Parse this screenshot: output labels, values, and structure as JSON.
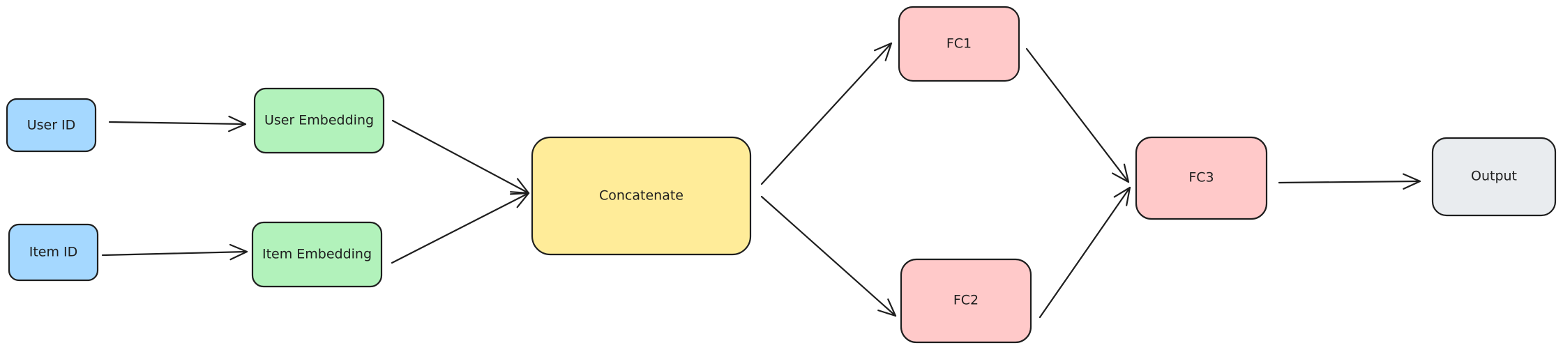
{
  "colors": {
    "blue": "#a5d8ff",
    "green": "#b2f2bb",
    "yellow": "#ffec99",
    "red": "#ffc9c9",
    "gray": "#e9ecef",
    "stroke": "#1e1e1e"
  },
  "nodes": {
    "user_id": {
      "label": "User ID",
      "fill": "blue"
    },
    "item_id": {
      "label": "Item ID",
      "fill": "blue"
    },
    "user_embedding": {
      "label": "User Embedding",
      "fill": "green"
    },
    "item_embedding": {
      "label": "Item Embedding",
      "fill": "green"
    },
    "concatenate": {
      "label": "Concatenate",
      "fill": "yellow"
    },
    "fc1": {
      "label": "FC1",
      "fill": "red"
    },
    "fc2": {
      "label": "FC2",
      "fill": "red"
    },
    "fc3": {
      "label": "FC3",
      "fill": "red"
    },
    "output": {
      "label": "Output",
      "fill": "gray"
    }
  },
  "edges": [
    {
      "from": "user_id",
      "to": "user_embedding"
    },
    {
      "from": "item_id",
      "to": "item_embedding"
    },
    {
      "from": "user_embedding",
      "to": "concatenate"
    },
    {
      "from": "item_embedding",
      "to": "concatenate"
    },
    {
      "from": "concatenate",
      "to": "fc1"
    },
    {
      "from": "concatenate",
      "to": "fc2"
    },
    {
      "from": "fc1",
      "to": "fc3"
    },
    {
      "from": "fc2",
      "to": "fc3"
    },
    {
      "from": "fc3",
      "to": "output"
    }
  ]
}
